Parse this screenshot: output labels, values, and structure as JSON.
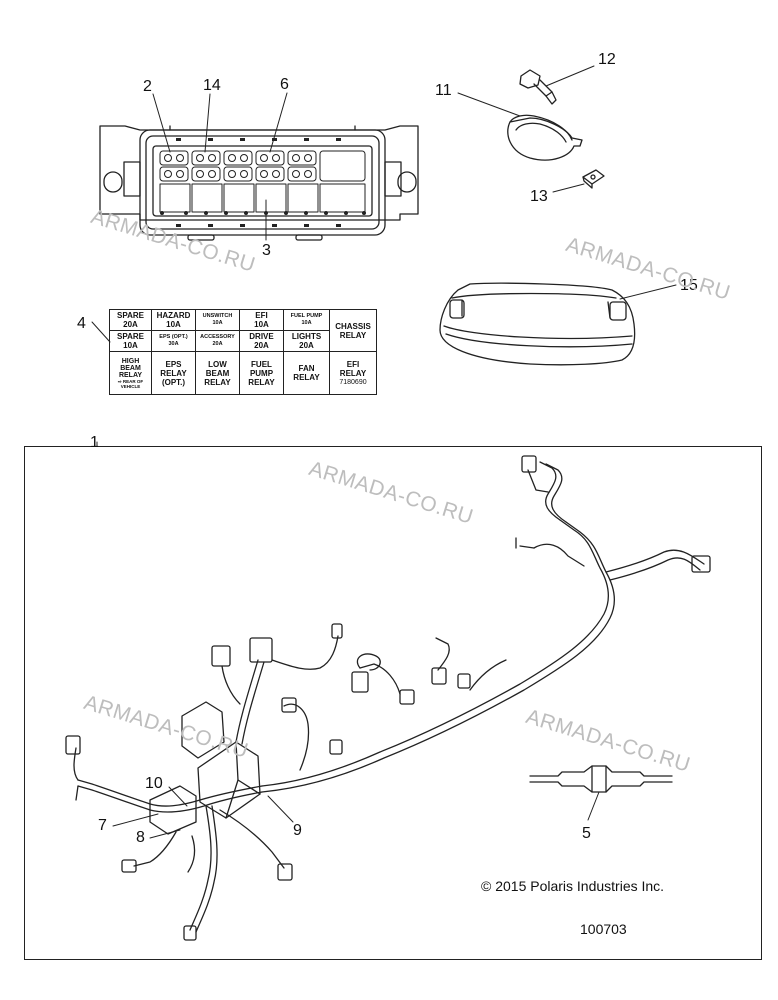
{
  "callouts": {
    "c1": "1",
    "c2": "2",
    "c3": "3",
    "c4": "4",
    "c5": "5",
    "c6": "6",
    "c7": "7",
    "c8": "8",
    "c9": "9",
    "c10": "10",
    "c11": "11",
    "c12": "12",
    "c13": "13",
    "c14": "14",
    "c15": "15"
  },
  "watermark": "ARMADA-CO.RU",
  "copyright": "© 2015 Polaris Industries Inc.",
  "document_number": "100703",
  "fuse_label": {
    "row1": [
      {
        "line1": "SPARE",
        "line2": "20A"
      },
      {
        "line1": "HAZARD",
        "line2": "10A"
      },
      {
        "line1": "UNSWITCH",
        "line2": "10A"
      },
      {
        "line1": "EFI",
        "line2": "10A"
      },
      {
        "line1": "FUEL PUMP",
        "line2": "10A"
      }
    ],
    "row2": [
      {
        "line1": "SPARE",
        "line2": "10A"
      },
      {
        "line1": "EPS (OPT.)",
        "line2": "30A"
      },
      {
        "line1": "ACCESSORY",
        "line2": "20A"
      },
      {
        "line1": "DRIVE",
        "line2": "20A"
      },
      {
        "line1": "LIGHTS",
        "line2": "20A"
      }
    ],
    "chassis_relay": {
      "line1": "CHASSIS",
      "line2": "RELAY"
    },
    "row3": [
      {
        "line1": "HIGH",
        "line2": "BEAM",
        "line3": "RELAY"
      },
      {
        "line1": "EPS",
        "line2": "RELAY",
        "line3": "(OPT.)"
      },
      {
        "line1": "LOW",
        "line2": "BEAM",
        "line3": "RELAY"
      },
      {
        "line1": "FUEL",
        "line2": "PUMP",
        "line3": "RELAY"
      },
      {
        "line1": "FAN",
        "line2": "RELAY"
      },
      {
        "line1": "EFI",
        "line2": "RELAY"
      }
    ],
    "rear_note": "REAR OF VEHICLE",
    "part_number": "7180690"
  }
}
